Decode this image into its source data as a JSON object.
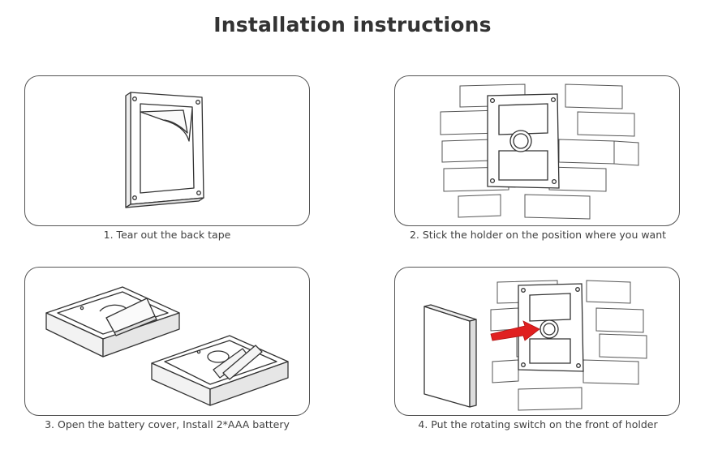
{
  "page": {
    "title": "Installation instructions"
  },
  "steps": [
    {
      "caption": "1. Tear out the back tape"
    },
    {
      "caption": "2. Stick the holder on the position where you want"
    },
    {
      "caption": "3. Open the battery cover, Install 2*AAA battery"
    },
    {
      "caption": "4. Put the rotating switch on the front of holder"
    }
  ],
  "colors": {
    "line": "#333333",
    "panel_border": "#555555",
    "arrow": "#e02020"
  }
}
